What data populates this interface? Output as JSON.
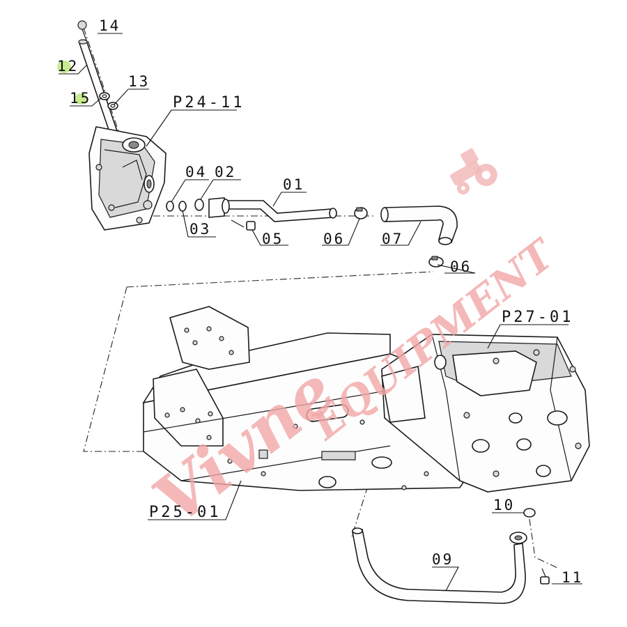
{
  "watermark": {
    "script_text": "Vivne",
    "block_text": "EQUIPMENT",
    "color": "#f2a7a7",
    "icon": "tractor-icon"
  },
  "labels": {
    "l14": "14",
    "l12": "12",
    "l13": "13",
    "l15": "15",
    "p2411": "P24-11",
    "l04": "04",
    "l02": "02",
    "l01": "01",
    "l03": "03",
    "l05": "05",
    "l06a": "06",
    "l07": "07",
    "l06b": "06",
    "p2701": "P27-01",
    "p2501": "P25-01",
    "l10": "10",
    "l09": "09",
    "l11": "11"
  },
  "highlight_color": "#b6e36b"
}
